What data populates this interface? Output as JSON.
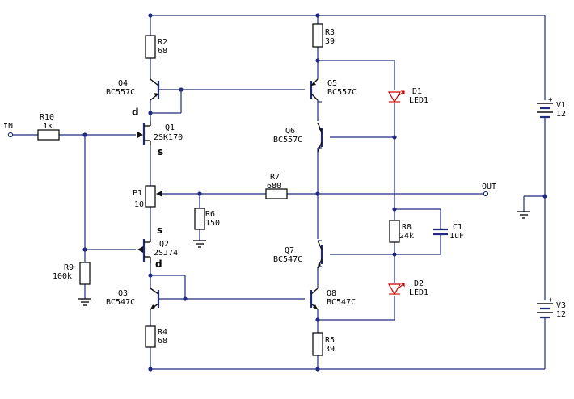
{
  "terminals": {
    "in": "IN",
    "out": "OUT"
  },
  "resistors": [
    {
      "ref": "R2",
      "value": "68"
    },
    {
      "ref": "R3",
      "value": "39"
    },
    {
      "ref": "R10",
      "value": "1k"
    },
    {
      "ref": "R7",
      "value": "680"
    },
    {
      "ref": "R6",
      "value": "150"
    },
    {
      "ref": "R9",
      "value": "100k"
    },
    {
      "ref": "R8",
      "value": "24k"
    },
    {
      "ref": "R4",
      "value": "68"
    },
    {
      "ref": "R5",
      "value": "39"
    }
  ],
  "potentiometer": {
    "ref": "P1",
    "value": "10"
  },
  "capacitor": {
    "ref": "C1",
    "value": "1uF"
  },
  "transistors": [
    {
      "ref": "Q4",
      "part": "BC557C"
    },
    {
      "ref": "Q5",
      "part": "BC557C"
    },
    {
      "ref": "Q1",
      "part": "2SK170"
    },
    {
      "ref": "Q6",
      "part": "BC557C"
    },
    {
      "ref": "Q2",
      "part": "2SJ74"
    },
    {
      "ref": "Q7",
      "part": "BC547C"
    },
    {
      "ref": "Q3",
      "part": "BC547C"
    },
    {
      "ref": "Q8",
      "part": "BC547C"
    }
  ],
  "leds": [
    {
      "ref": "D1",
      "part": "LED1"
    },
    {
      "ref": "D2",
      "part": "LED1"
    }
  ],
  "sources": [
    {
      "ref": "V1",
      "value": "12"
    },
    {
      "ref": "V3",
      "value": "12"
    }
  ],
  "pin_labels": {
    "q1_drain": "d",
    "q1_source": "s",
    "q2_source": "s",
    "q2_drain": "d"
  },
  "colors": {
    "wire": "#1f2a80",
    "component": "#111111",
    "led": "#cc0000"
  }
}
